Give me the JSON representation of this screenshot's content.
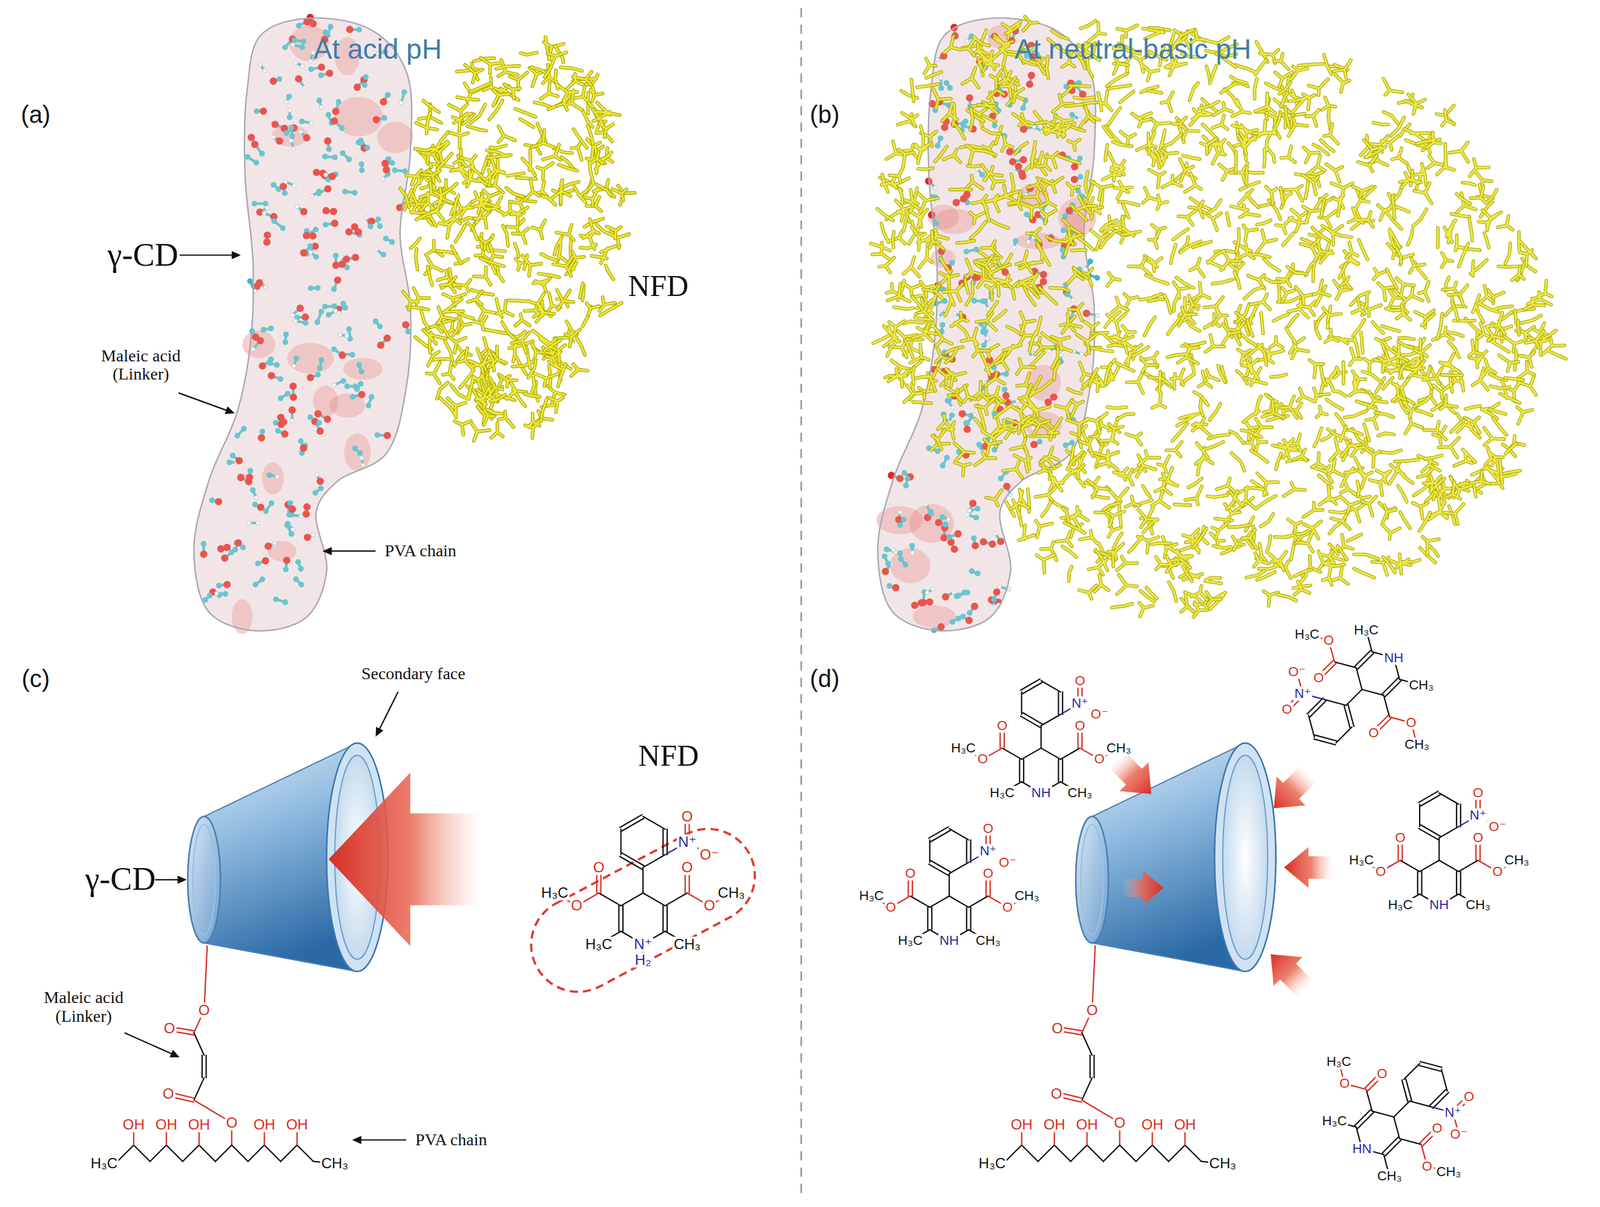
{
  "diagram": {
    "labels": [
      "At acid pH",
      "At neutral-basic pH",
      "(a)",
      "γ-CD",
      "NFD",
      "Maleic acid (Linker)",
      "PVA chain",
      "(b)",
      "(c)",
      "Secondary face",
      "γ-CD",
      "NFD",
      "N⁺",
      "O",
      "O⁻",
      "O",
      "O",
      "CH₃",
      "O",
      "O",
      "H₃C",
      "H₃C",
      "CH₃",
      "N⁺",
      "H₂",
      "Maleic acid (Linker)",
      "PVA chain",
      "O",
      "O",
      "O",
      "O",
      "H₃C",
      "OH",
      "OH",
      "OH",
      "OH",
      "OH",
      "CH₃",
      "(d)",
      "N⁺",
      "O",
      "O⁻",
      "O",
      "O",
      "CH₃",
      "O",
      "O",
      "H₃C",
      "H₃C",
      "CH₃",
      "NH",
      "N⁺",
      "O",
      "O⁻",
      "O",
      "O",
      "H₃C",
      "O",
      "O",
      "CH₃",
      "CH₃",
      "H₃C",
      "NH",
      "N⁺",
      "O",
      "O⁻",
      "O",
      "O",
      "CH₃",
      "O",
      "O",
      "H₃C",
      "H₃C",
      "CH₃",
      "NH",
      "N⁺",
      "O",
      "O⁻",
      "O",
      "O",
      "CH₃",
      "O",
      "O",
      "H₃C",
      "H₃C",
      "CH₃",
      "NH",
      "N⁺",
      "O",
      "O⁻",
      "O",
      "O",
      "CH₃",
      "O",
      "O",
      "H₃C",
      "H₃C",
      "CH₃",
      "HN",
      "O",
      "O",
      "O",
      "O",
      "H₃C",
      "OH",
      "OH",
      "OH",
      "OH",
      "OH",
      "CH₃"
    ]
  }
}
